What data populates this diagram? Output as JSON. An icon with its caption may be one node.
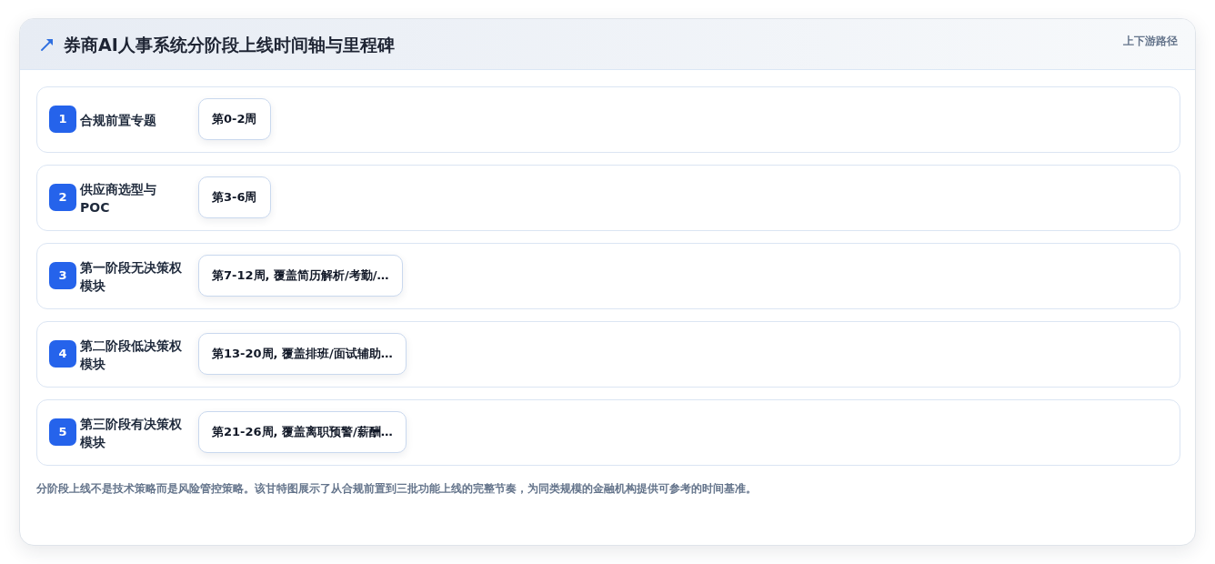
{
  "diagram": {
    "title": "券商AI人事系统分阶段上线时间轴与里程碑",
    "nodes": [
      {
        "text": [
          "合规前置专题"
        ]
      },
      {
        "text": [
          "1"
        ],
        "in": 0
      },
      {
        "text": [
          "第0-2周"
        ],
        "in": 0
      },
      {
        "text": [
          "供应商选型与 POC"
        ]
      },
      {
        "text": [
          "2"
        ],
        "in": 3
      },
      {
        "text": [
          "第3-6周"
        ],
        "in": 3
      },
      {
        "text": [
          "第一阶段无决策权模块"
        ]
      },
      {
        "text": [
          "3"
        ],
        "in": 6
      },
      {
        "text": [
          "第7-12周, 覆盖简历解析/考勤/…"
        ],
        "in": 6
      },
      {
        "text": [
          "第二阶段低决策权模块"
        ]
      },
      {
        "text": [
          "4"
        ],
        "in": 9
      },
      {
        "text": [
          "第13-20周, 覆盖排班/面试辅助…"
        ],
        "in": 9
      },
      {
        "text": [
          "第三阶段有决策权模块"
        ]
      },
      {
        "text": [
          "5"
        ],
        "in": 12
      },
      {
        "text": [
          "第21-26周, 覆盖离职预警/薪酬…"
        ],
        "in": 12
      }
    ],
    "labels": [
      "上下游路径"
    ],
    "caption": "分阶段上线不是技术策略而是风险管控策略。该甘特图展示了从合规前置到三批功能上线的完整节奏，为同类规模的金融机构提供可参考的时间基准。"
  }
}
